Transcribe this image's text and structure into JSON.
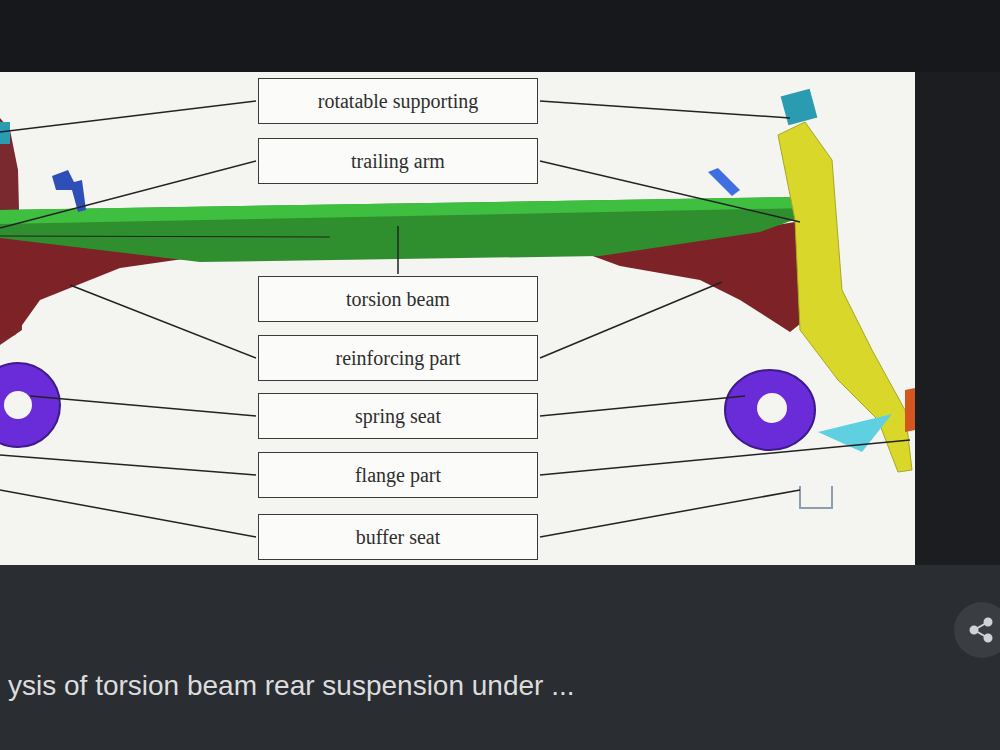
{
  "diagram": {
    "caption": "ysis of torsion beam rear suspension under ...",
    "nodes": [
      {
        "text": [
          "rotatable supporting"
        ]
      },
      {
        "text": [
          "trailing arm"
        ]
      },
      {
        "text": [
          "torsion beam"
        ]
      },
      {
        "text": [
          "reinforcing part"
        ]
      },
      {
        "text": [
          "spring seat"
        ]
      },
      {
        "text": [
          "flange part"
        ]
      },
      {
        "text": [
          "buffer seat"
        ]
      }
    ]
  }
}
